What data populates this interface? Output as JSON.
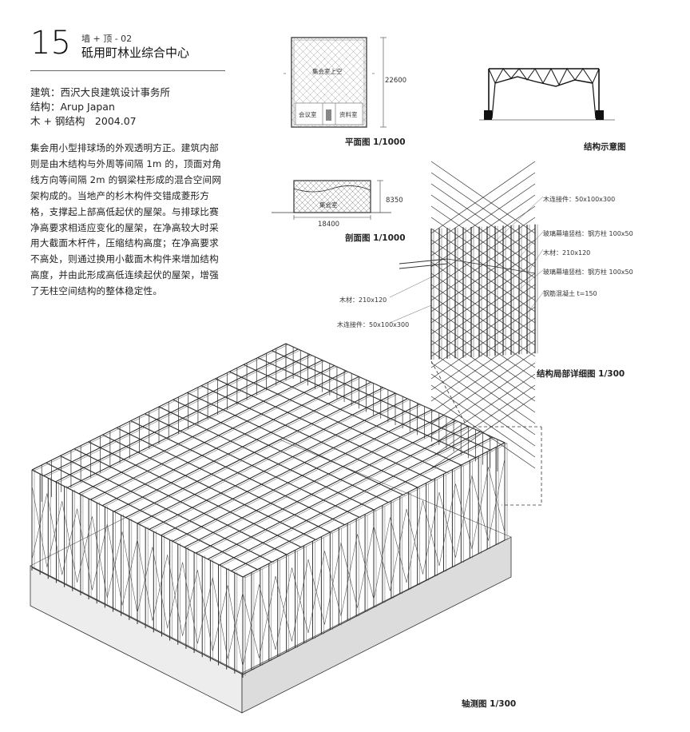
{
  "header": {
    "number": "15",
    "category": "墙 + 顶 - 02",
    "title": "砥用町林业综合中心"
  },
  "credits": [
    "建筑：西沢大良建筑设计事务所",
    "结构：Arup Japan",
    "木 + 钢结构　2004.07"
  ],
  "description": "集会用小型排球场的外观透明方正。建筑内部则是由木结构与外周等间隔 1m 的，顶面对角线方向等间隔 2m 的钢梁柱形成的混合空间网架构成的。当地产的杉木构件交错成菱形方格，支撑起上部高低起伏的屋架。与排球比赛净高要求相适应变化的屋架，在净高较大时采用大截面木杆件，压缩结构高度；在净高要求不高处，则通过换用小截面木构件来增加结构高度，并由此形成高低连续起伏的屋架，增强了无柱空间结构的整体稳定性。",
  "plan": {
    "caption": "平面图 1/1000",
    "dim_height": "22600",
    "room_main": "集会室上空",
    "room_meeting": "会议室",
    "room_archive": "资料室"
  },
  "section": {
    "caption": "剖面图 1/1000",
    "dim_width": "18400",
    "dim_height": "8350",
    "room": "集会室"
  },
  "structure_diagram": {
    "caption": "结构示意图"
  },
  "detail": {
    "caption": "结构局部详细图 1/300",
    "labels_right": [
      "木连接件：50x100x300",
      "玻璃幕墙竖档：钢方柱 100x50",
      "木材：210x120",
      "玻璃幕墙竖档：钢方柱 100x50",
      "钢筋混凝土 t=150"
    ],
    "labels_left": [
      "木材：210x120",
      "木连接件：50x100x300"
    ]
  },
  "axon": {
    "caption": "轴测图 1/300"
  }
}
